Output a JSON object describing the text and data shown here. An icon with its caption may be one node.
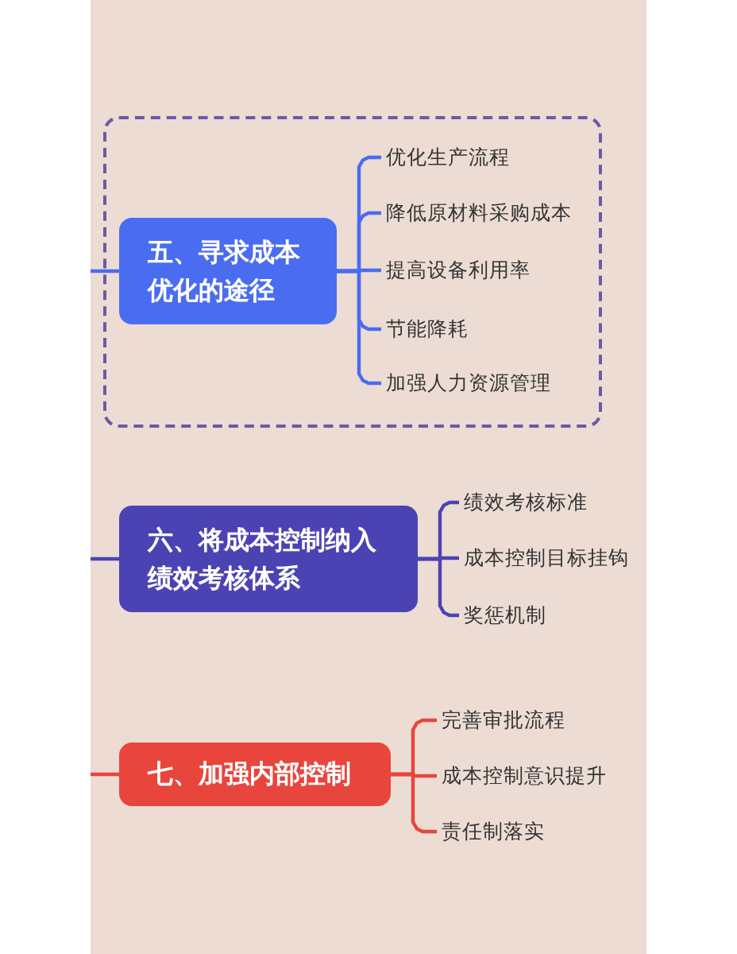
{
  "diagram": {
    "nodes": [
      {
        "text": [],
        "shape": "box"
      },
      {
        "text": [
          "五、寻求成本优化的途径"
        ],
        "in": 0
      },
      {
        "text": [
          "优化生产流程"
        ],
        "in": 0
      },
      {
        "text": [
          "降低原材料采购成本"
        ],
        "in": 0
      },
      {
        "text": [
          "提高设备利用率"
        ],
        "in": 0
      },
      {
        "text": [
          "节能降耗"
        ],
        "in": 0
      },
      {
        "text": [
          "加强人力资源管理"
        ],
        "in": 0
      },
      {
        "text": [
          "六、将成本控制纳入绩效考核体系"
        ]
      },
      {
        "text": [
          "绩效考核标准"
        ]
      },
      {
        "text": [
          "成本控制目标挂钩"
        ]
      },
      {
        "text": [
          "奖惩机制"
        ]
      },
      {
        "text": [
          "七、加强内部控制"
        ]
      },
      {
        "text": [
          "完善审批流程"
        ]
      },
      {
        "text": [
          "成本控制意识提升"
        ]
      },
      {
        "text": [
          "责任制落实"
        ]
      }
    ],
    "edges": [
      {
        "from": null,
        "to": 1,
        "arrow": "none"
      },
      {
        "from": 1,
        "to": 2,
        "arrow": "none"
      },
      {
        "from": 1,
        "to": 3,
        "arrow": "none"
      },
      {
        "from": 1,
        "to": 4,
        "arrow": "none"
      },
      {
        "from": 1,
        "to": 5,
        "arrow": "none"
      },
      {
        "from": 1,
        "to": 6,
        "arrow": "none"
      },
      {
        "from": null,
        "to": 7,
        "arrow": "none",
        "color": "#4b43b3"
      },
      {
        "from": 7,
        "to": 8,
        "arrow": "none",
        "color": "#4b43b3"
      },
      {
        "from": 7,
        "to": 9,
        "arrow": "none",
        "color": "#4b43b3"
      },
      {
        "from": 7,
        "to": 10,
        "arrow": "none",
        "color": "#4b43b3"
      },
      {
        "from": null,
        "to": 11,
        "arrow": "none",
        "color": "#e8453c"
      },
      {
        "from": 11,
        "to": 12,
        "arrow": "none",
        "color": "#e8453c"
      },
      {
        "from": 11,
        "to": 13,
        "arrow": "none",
        "color": "#e8453c"
      },
      {
        "from": 11,
        "to": 14,
        "arrow": "none",
        "color": "#e8453c"
      }
    ]
  }
}
